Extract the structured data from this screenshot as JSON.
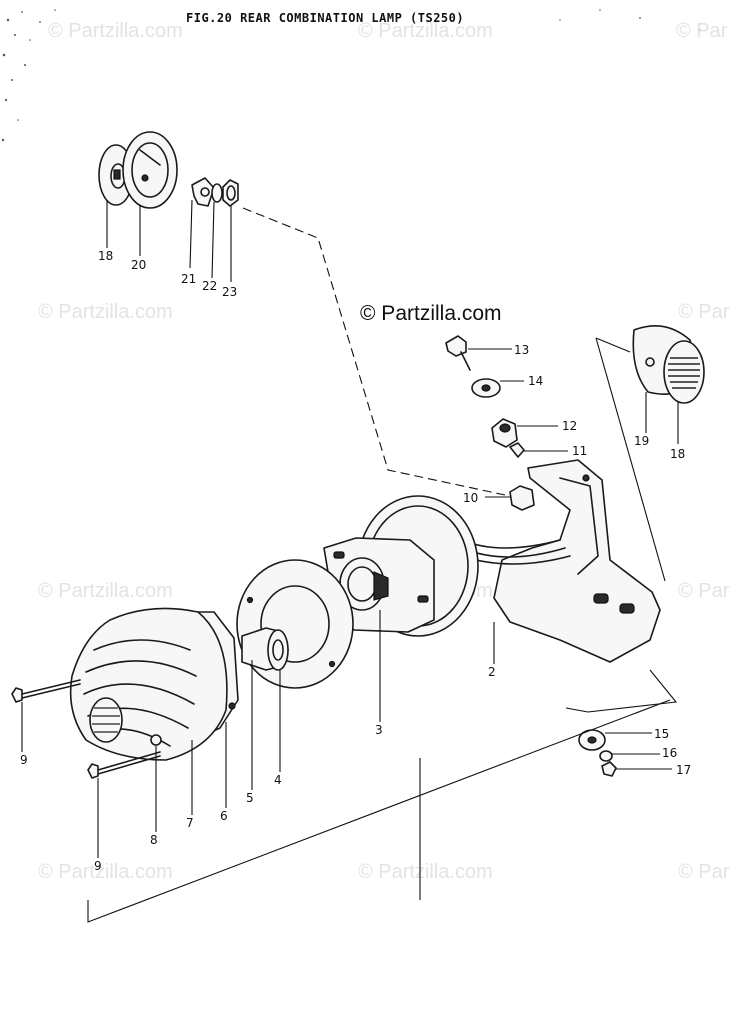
{
  "figure": {
    "title": "FIG.20  REAR COMBINATION LAMP (TS250)"
  },
  "watermark": {
    "main": "© Partzilla.com",
    "faint": "© Partzilla.com",
    "faint_cut": "© Par"
  },
  "callouts": {
    "p2": "2",
    "p3": "3",
    "p4": "4",
    "p5": "5",
    "p6": "6",
    "p7": "7",
    "p8": "8",
    "p9a": "9",
    "p9b": "9",
    "p10": "10",
    "p11": "11",
    "p12": "12",
    "p13": "13",
    "p14": "14",
    "p15": "15",
    "p16": "16",
    "p17": "17",
    "p18a": "18",
    "p18b": "18",
    "p19": "19",
    "p20": "20",
    "p21": "21",
    "p22": "22",
    "p23": "23"
  }
}
